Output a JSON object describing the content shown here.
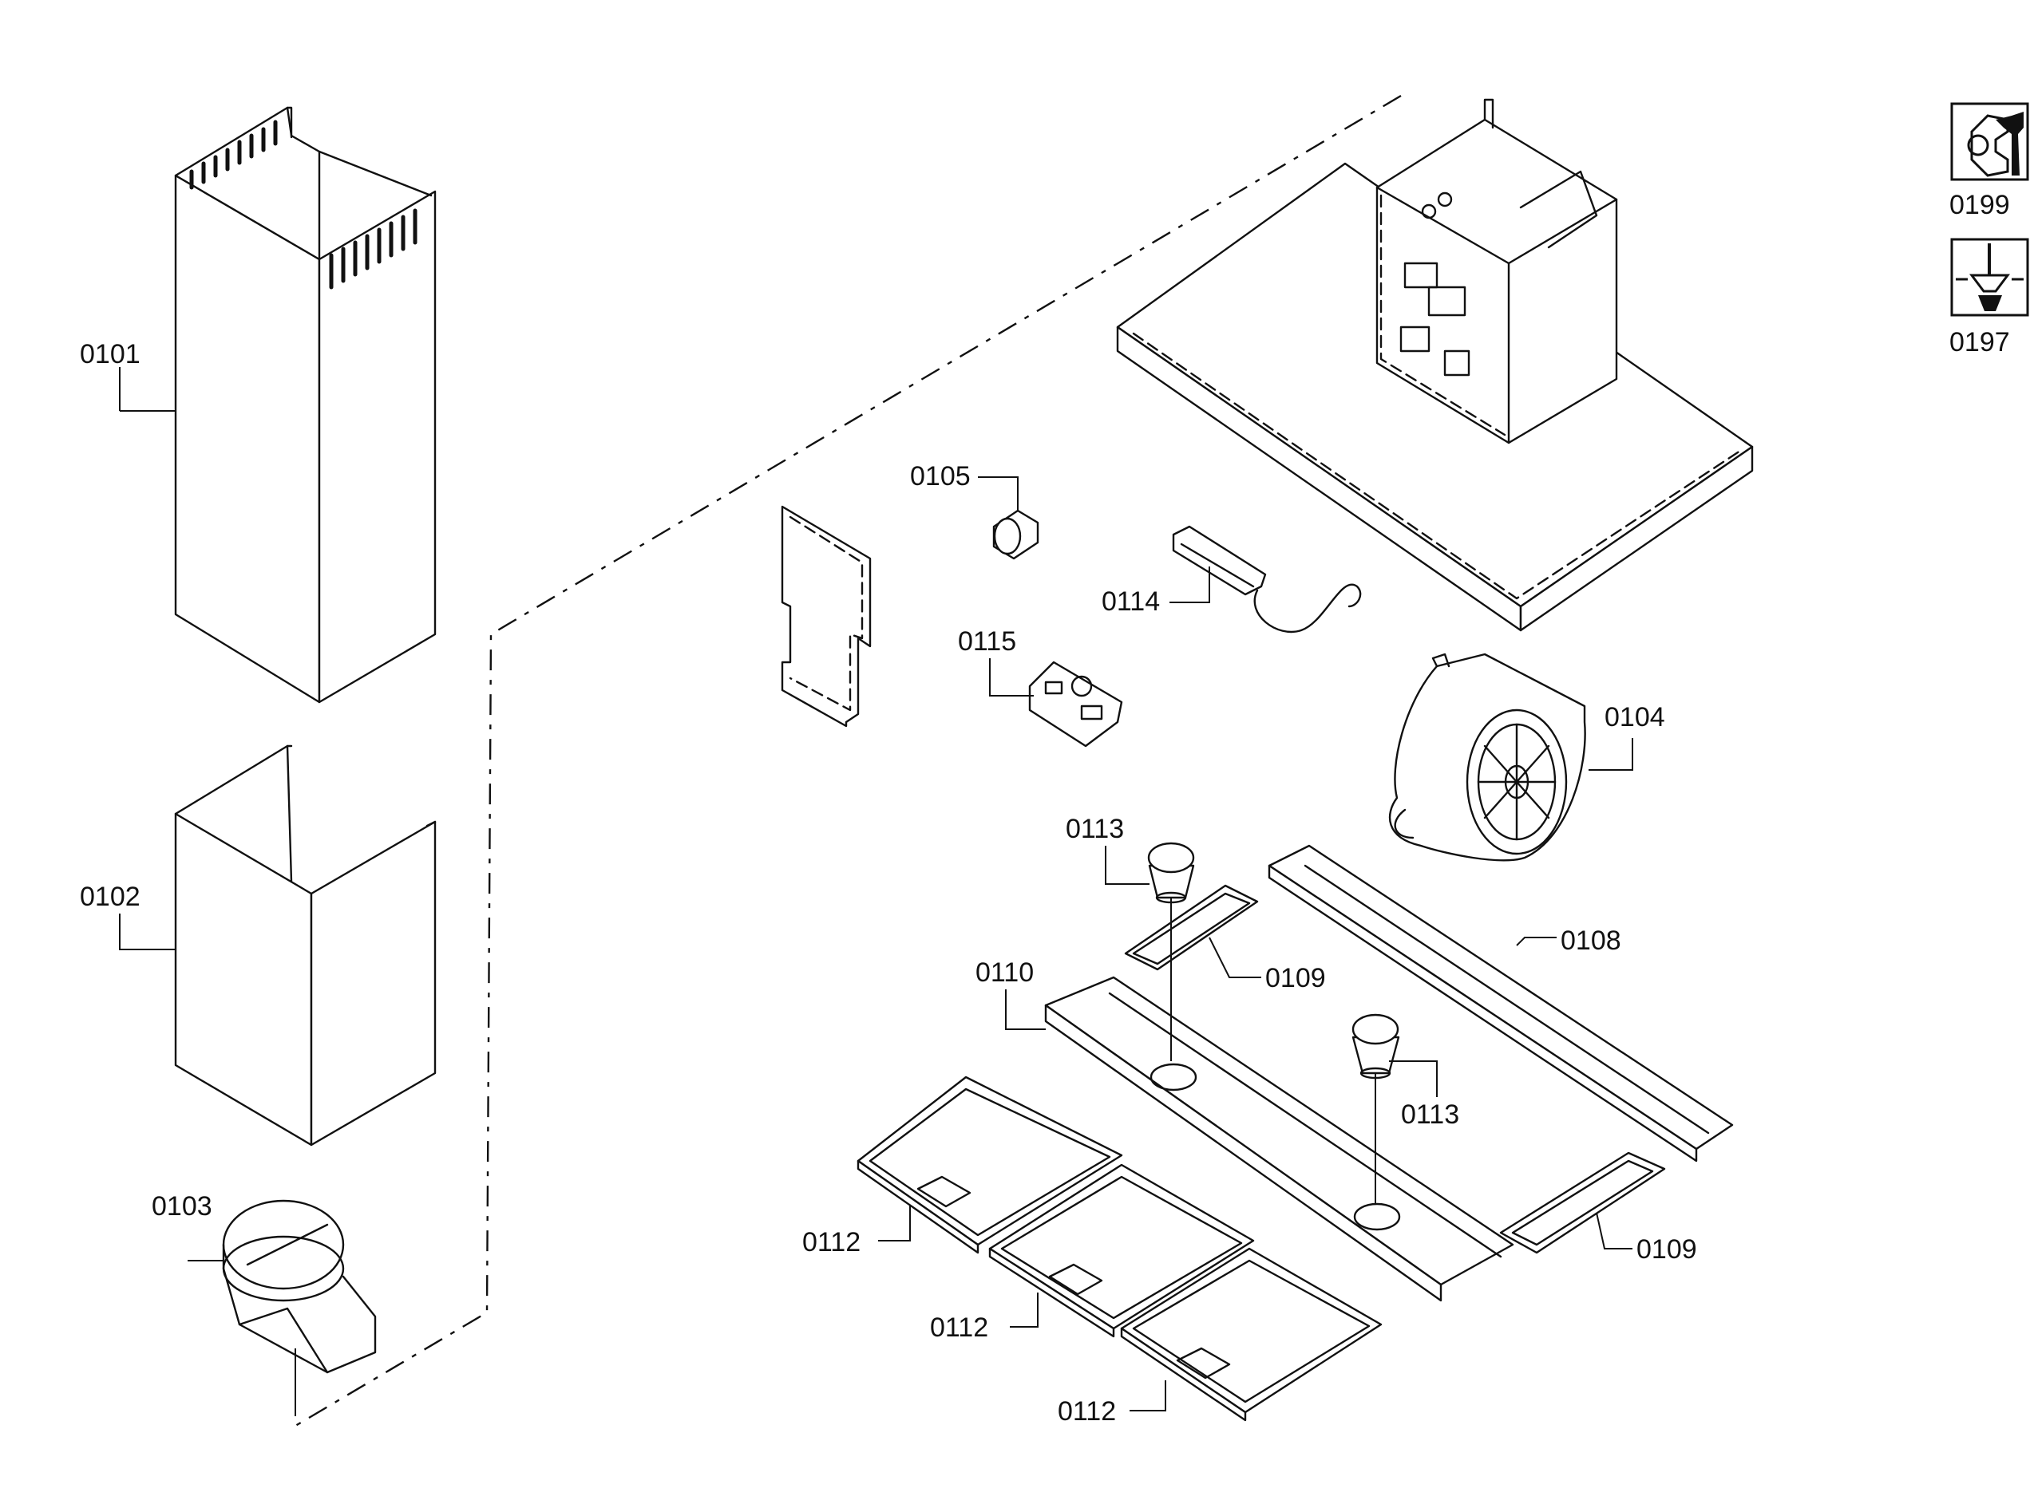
{
  "part_labels": {
    "p0101": "0101",
    "p0102": "0102",
    "p0103": "0103",
    "p0104": "0104",
    "p0105": "0105",
    "p0108": "0108",
    "p0109a": "0109",
    "p0109b": "0109",
    "p0110": "0110",
    "p0112a": "0112",
    "p0112b": "0112",
    "p0112c": "0112",
    "p0113a": "0113",
    "p0113b": "0113",
    "p0114": "0114",
    "p0115": "0115"
  },
  "tools": [
    {
      "label": "0199",
      "icon": "wrench-icon"
    },
    {
      "label": "0197",
      "icon": "screwdriver-icon"
    }
  ]
}
